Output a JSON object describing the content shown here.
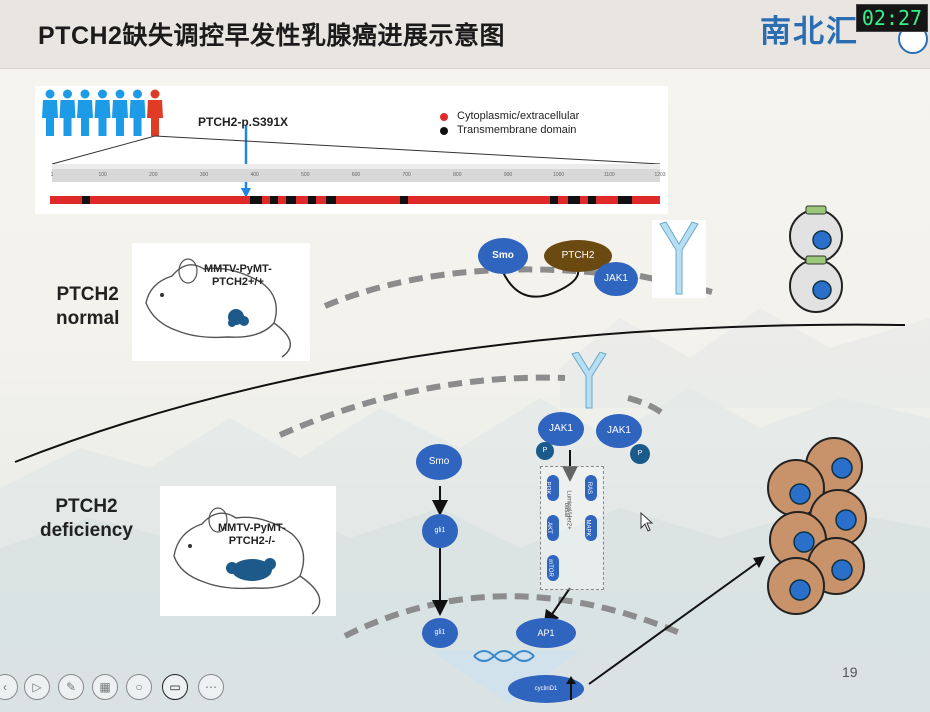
{
  "header": {
    "title": "PTCH2缺失调控早发性乳腺癌进展示意图",
    "logo_text": "南北汇",
    "timer": "02:27"
  },
  "variant_panel": {
    "mutation_label": "PTCH2-p.S391X",
    "legend": [
      {
        "label": "Cytoplasmic/extracellular",
        "color": "#e02a2a"
      },
      {
        "label": "Transmembrane domain",
        "color": "#111111"
      }
    ],
    "axis_ticks": [
      "1",
      "100",
      "200",
      "300",
      "400",
      "500",
      "600",
      "700",
      "800",
      "900",
      "1000",
      "1100",
      "1203"
    ],
    "people_colors": [
      "#1e9be6",
      "#1e9be6",
      "#1e9be6",
      "#1e9be6",
      "#1e9be6",
      "#1e9be6",
      "#e03b24"
    ]
  },
  "normal": {
    "label_line1": "PTCH2",
    "label_line2": "normal",
    "mouse_line1": "MMTV-PyMT-",
    "mouse_line2": "PTCH2+/+",
    "smo": "Smo",
    "ptch2": "PTCH2",
    "jak1": "JAK1"
  },
  "deficiency": {
    "label_line1": "PTCH2",
    "label_line2": "deficiency",
    "mouse_line1": "MMTV-PyMT-",
    "mouse_line2": "PTCH2-/-",
    "smo": "Smo",
    "gli1_top": "gli1",
    "gli1_bottom": "gli1",
    "jak1_left": "JAK1",
    "jak1_right": "JAK1",
    "p_left": "P",
    "p_right": "P",
    "pi3k": "PI3K",
    "akt": "AKT",
    "mtor": "mTOR",
    "ras": "RAS",
    "mapk": "MAPK",
    "box_label_1": "Luminal/Her2+",
    "box_label_2": "basal",
    "ap1": "AP1",
    "cyclin": "cyclinD1"
  },
  "page_number": "19",
  "toolbar_icons": [
    "prev-icon",
    "play-icon",
    "pen-icon",
    "grid-icon",
    "zoom-icon",
    "camera-icon",
    "more-icon"
  ]
}
